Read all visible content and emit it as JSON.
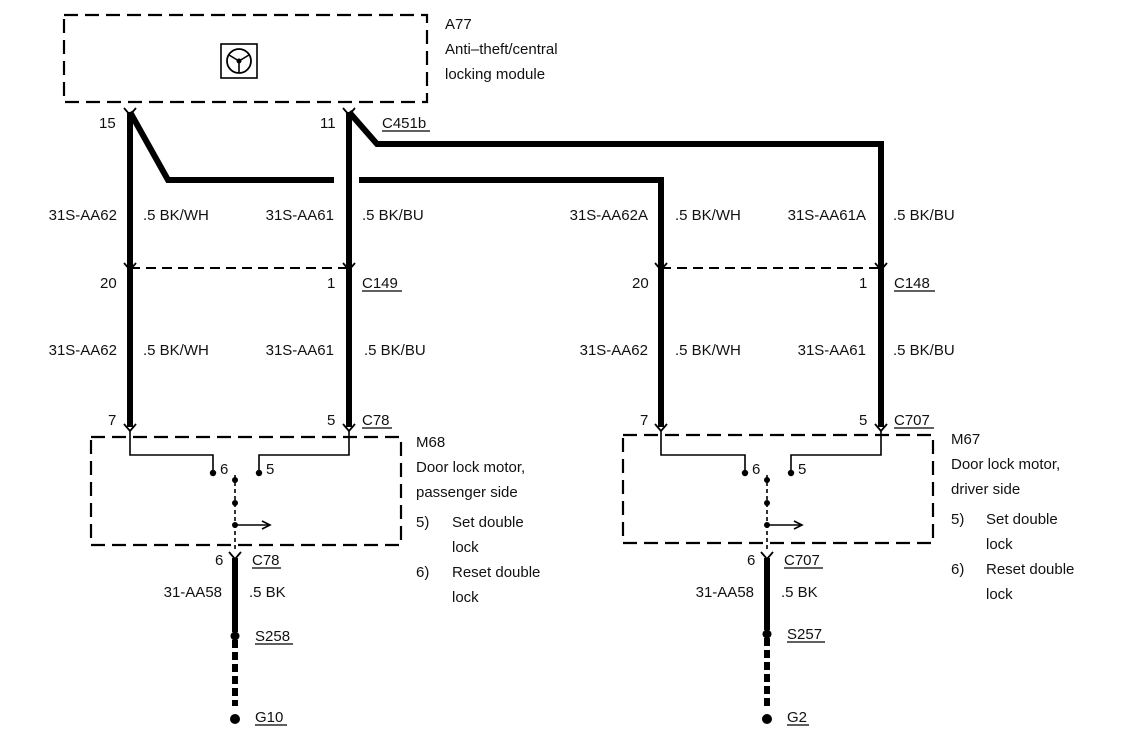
{
  "module": {
    "id": "A77",
    "name_line1": "Anti–theft/central",
    "name_line2": "locking module",
    "icon": "steering-wheel-icon"
  },
  "connectors": {
    "module": "C451b",
    "pass_mid": "C149",
    "driver_mid": "C148",
    "pass_motor": "C78",
    "driver_motor": "C707",
    "pass_motor_ground": "C78",
    "driver_motor_ground": "C707"
  },
  "pins": {
    "module_15": "15",
    "module_11": "11",
    "pass_mid_left": "20",
    "pass_mid_right": "1",
    "driver_mid_left": "20",
    "driver_mid_right": "1",
    "pass_motor_left": "7",
    "pass_motor_right": "5",
    "driver_motor_left": "7",
    "driver_motor_right": "5",
    "pass_inner_6": "6",
    "pass_inner_5": "5",
    "driver_inner_6": "6",
    "driver_inner_5": "5",
    "pass_ground_6": "6",
    "driver_ground_6": "6"
  },
  "wire_labels": {
    "p_top_left_code": "31S-AA62",
    "p_top_left_color": ".5 BK/WH",
    "p_top_right_code": "31S-AA61",
    "p_top_right_color": ".5 BK/BU",
    "d_top_left_code": "31S-AA62A",
    "d_top_left_color": ".5 BK/WH",
    "d_top_right_code": "31S-AA61A",
    "d_top_right_color": ".5 BK/BU",
    "p_mid_left_code": "31S-AA62",
    "p_mid_left_color": ".5 BK/WH",
    "p_mid_right_code": "31S-AA61",
    "p_mid_right_color": ".5 BK/BU",
    "d_mid_left_code": "31S-AA62",
    "d_mid_left_color": ".5 BK/WH",
    "d_mid_right_code": "31S-AA61",
    "d_mid_right_color": ".5 BK/BU",
    "p_ground_code": "31-AA58",
    "p_ground_color": ".5 BK",
    "d_ground_code": "31-AA58",
    "d_ground_color": ".5 BK"
  },
  "pass_motor": {
    "id": "M68",
    "line1": "Door lock motor,",
    "line2": "passenger side",
    "note5_num": "5)",
    "note5_line1": "Set double",
    "note5_line2": "lock",
    "note6_num": "6)",
    "note6_line1": "Reset double",
    "note6_line2": "lock"
  },
  "driver_motor": {
    "id": "M67",
    "line1": "Door lock motor,",
    "line2": "driver side",
    "note5_num": "5)",
    "note5_line1": "Set double",
    "note5_line2": "lock",
    "note6_num": "6)",
    "note6_line1": "Reset double",
    "note6_line2": "lock"
  },
  "splices": {
    "pass": "S258",
    "driver": "S257"
  },
  "grounds": {
    "pass": "G10",
    "driver": "G2"
  }
}
